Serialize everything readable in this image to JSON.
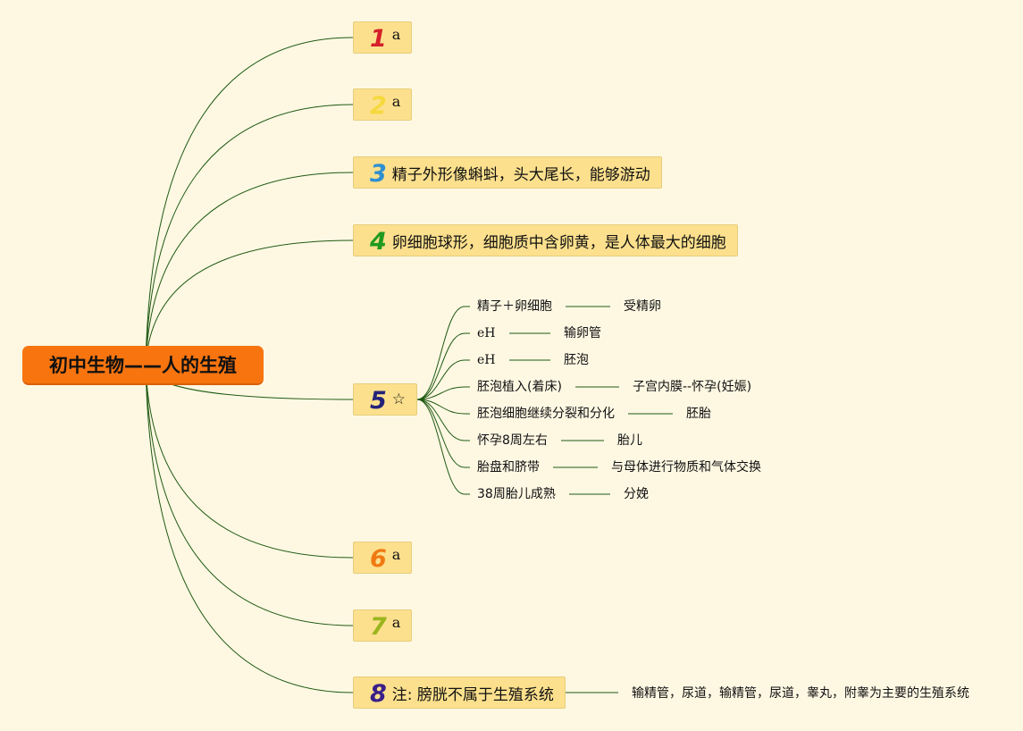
{
  "central": {
    "label": "初中生物——人的生殖"
  },
  "branches": [
    {
      "num": "1",
      "text": "a",
      "color": "#d6202a"
    },
    {
      "num": "2",
      "text": "a",
      "color": "#f5d83c"
    },
    {
      "num": "3",
      "text": "精子外形像蝌蚪，头大尾长，能够游动",
      "color": "#2f8fd1"
    },
    {
      "num": "4",
      "text": "卵细胞球形，细胞质中含卵黄，是人体最大的细胞",
      "color": "#1f9a1f"
    },
    {
      "num": "5",
      "text": "☆",
      "color": "#23237a"
    },
    {
      "num": "6",
      "text": "a",
      "color": "#f07a12"
    },
    {
      "num": "7",
      "text": "a",
      "color": "#9ab51e"
    },
    {
      "num": "8",
      "text": "注: 膀胱不属于生殖系统",
      "color": "#3a1f8a"
    }
  ],
  "branch5_children": [
    {
      "left": "精子＋卵细胞",
      "right": "受精卵"
    },
    {
      "left": "eH",
      "right": "输卵管"
    },
    {
      "left": "eH",
      "right": "胚泡"
    },
    {
      "left": "胚泡植入(着床)",
      "right": "子宫内膜--怀孕(妊娠)"
    },
    {
      "left": "胚泡细胞继续分裂和分化",
      "right": "胚胎"
    },
    {
      "left": "怀孕8周左右",
      "right": "胎儿"
    },
    {
      "left": "胎盘和脐带",
      "right": "与母体进行物质和气体交换"
    },
    {
      "left": "38周胎儿成熟",
      "right": "分娩"
    }
  ],
  "branch8_child": {
    "text": "输精管，尿道，输精管，尿道，睾丸，附睾为主要的生殖系统"
  },
  "colors": {
    "background": "#fef8e3",
    "central": "#f7740f",
    "node": "#fce08d",
    "line": "#1f5a12"
  }
}
